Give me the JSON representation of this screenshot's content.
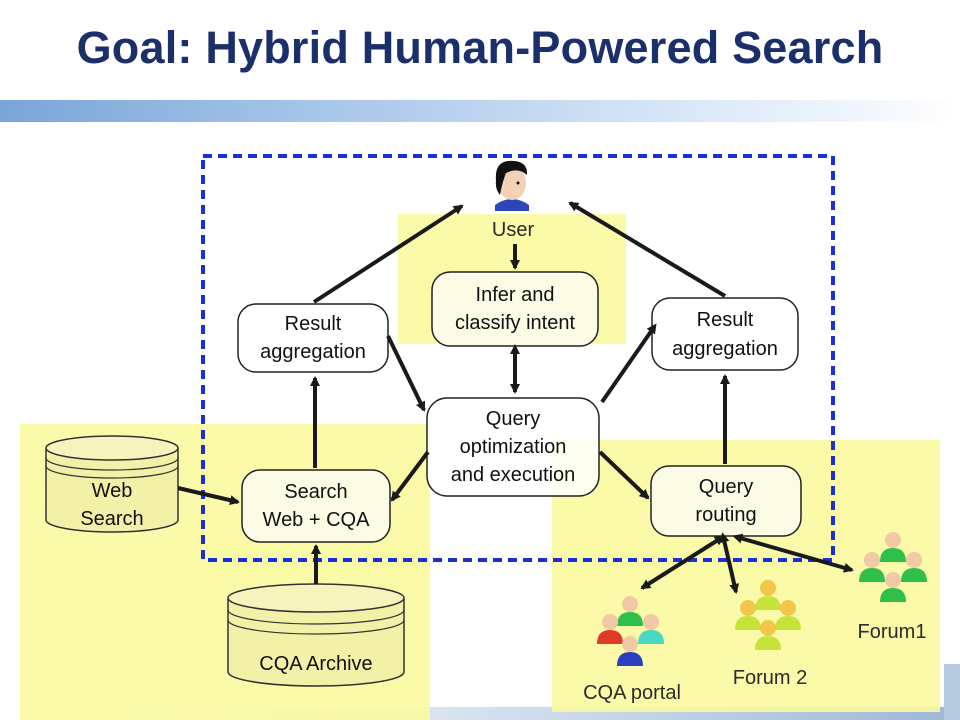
{
  "slide": {
    "title": "Goal: Hybrid Human-Powered Search"
  },
  "diagram": {
    "user_label": "User",
    "nodes": {
      "infer_intent": [
        "Infer and",
        "classify intent"
      ],
      "result_aggregation_left": [
        "Result",
        "aggregation"
      ],
      "result_aggregation_right": [
        "Result",
        "aggregation"
      ],
      "query_optimization": [
        "Query",
        "optimization",
        "and execution"
      ],
      "search_web_cqa": [
        "Search",
        "Web + CQA"
      ],
      "query_routing": [
        "Query",
        "routing"
      ],
      "web_search": [
        "Web",
        "Search"
      ],
      "cqa_archive": "CQA Archive"
    },
    "communities": {
      "cqa_portal": "CQA portal",
      "forum2": "Forum 2",
      "forum1": "Forum1"
    }
  },
  "colors": {
    "title": "#1b2f6b",
    "highlight": "#fafaa0",
    "dashed_border": "#1a2fd6",
    "arrow": "#1a1a1a"
  }
}
